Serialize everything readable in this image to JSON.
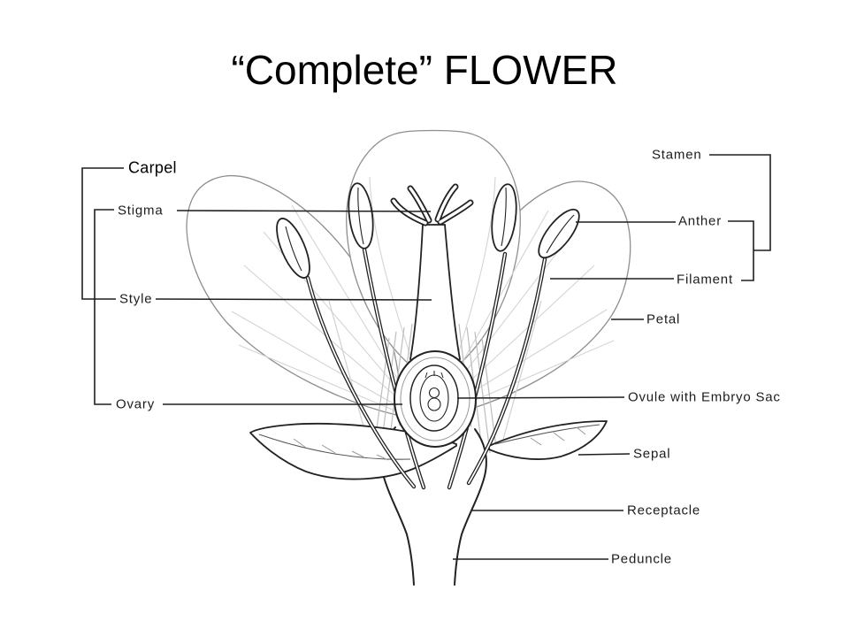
{
  "slide": {
    "title": "“Complete” FLOWER",
    "background_color": "#ffffff",
    "ink_color": "#1f1f1f",
    "sketch_color": "#8f8f8f"
  },
  "diagram": {
    "carpel_group": {
      "label": "Carpel",
      "parts": {
        "stigma": "Stigma",
        "style": "Style",
        "ovary": "Ovary"
      }
    },
    "stamen_group": {
      "label": "Stamen",
      "parts": {
        "anther": "Anther",
        "filament": "Filament"
      }
    },
    "other_labels": {
      "petal": "Petal",
      "ovule": "Ovule with Embryo Sac",
      "sepal": "Sepal",
      "receptacle": "Receptacle",
      "peduncle": "Peduncle"
    }
  }
}
